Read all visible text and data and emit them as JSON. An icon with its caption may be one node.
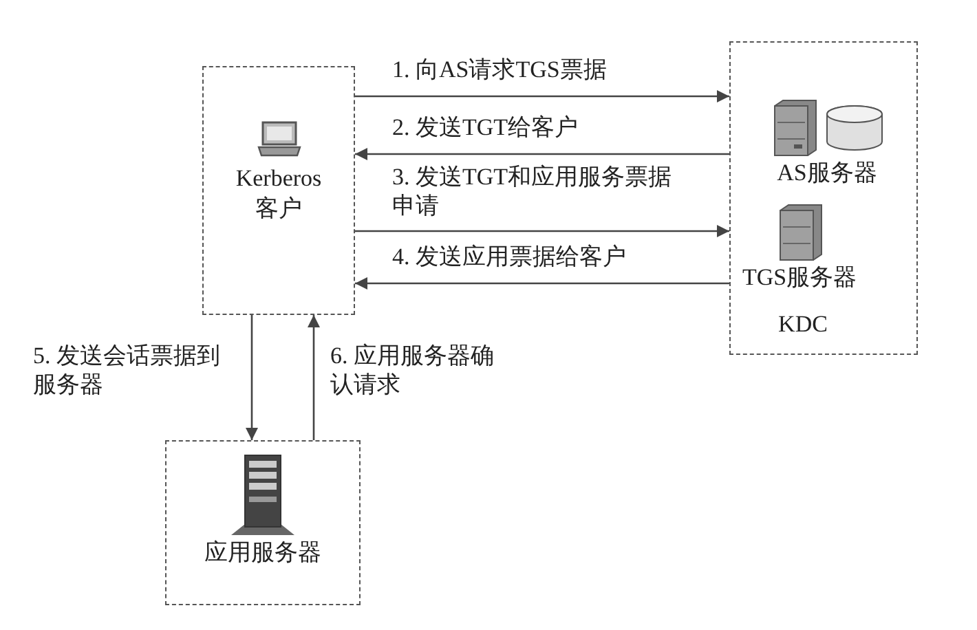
{
  "diagram": {
    "nodes": [
      {
        "text": [
          "Kerberos 客户"
        ]
      },
      {
        "text": [
          "KDC"
        ]
      },
      {
        "text": [
          "AS服务器"
        ],
        "in": 1
      },
      {
        "text": [
          "TGS服务器"
        ],
        "in": 1
      },
      {
        "text": [
          "应用服务器"
        ]
      }
    ],
    "edges": [
      {
        "from": 0,
        "to": 1,
        "arrow": "to",
        "label": "1. 向AS请求TGS票据"
      },
      {
        "from": 1,
        "to": 0,
        "arrow": "to",
        "label": "2. 发送TGT给客户"
      },
      {
        "from": 0,
        "to": 1,
        "arrow": "to",
        "label": "3. 发送TGT和应用服务票据申请"
      },
      {
        "from": 1,
        "to": 0,
        "arrow": "to",
        "label": "4. 发送应用票据给客户"
      },
      {
        "from": 0,
        "to": 4,
        "arrow": "to",
        "label": "5. 发送会话票据到服务器"
      },
      {
        "from": 4,
        "to": 0,
        "arrow": "to",
        "label": "6. 应用服务器确认请求"
      }
    ]
  }
}
